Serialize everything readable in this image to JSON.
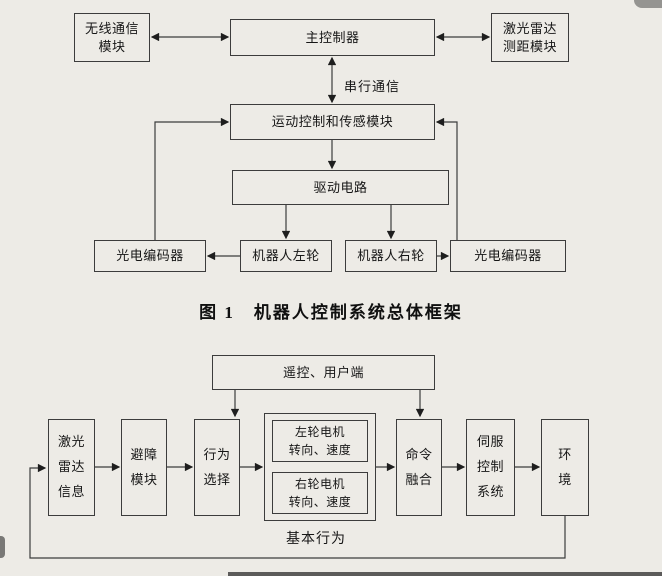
{
  "fig1": {
    "caption": "图 1　机器人控制系统总体框架",
    "wireless": "无线通信\n模块",
    "main_controller": "主控制器",
    "lidar": "激光雷达\n测距模块",
    "serial_label": "串行通信",
    "motion": "运动控制和传感模块",
    "drive": "驱动电路",
    "left_wheel": "机器人左轮",
    "right_wheel": "机器人右轮",
    "encoder_left": "光电编码器",
    "encoder_right": "光电编码器"
  },
  "fig2": {
    "remote": "遥控、用户端",
    "lidar_info": "激光\n雷达\n信息",
    "obstacle": "避障\n模块",
    "behavior": "行为\n选择",
    "left_motor": "左轮电机\n转向、速度",
    "right_motor": "右轮电机\n转向、速度",
    "fusion": "命令\n融合",
    "servo": "伺服\n控制\n系统",
    "environment": "环\n境",
    "basic_behavior": "基本行为"
  }
}
